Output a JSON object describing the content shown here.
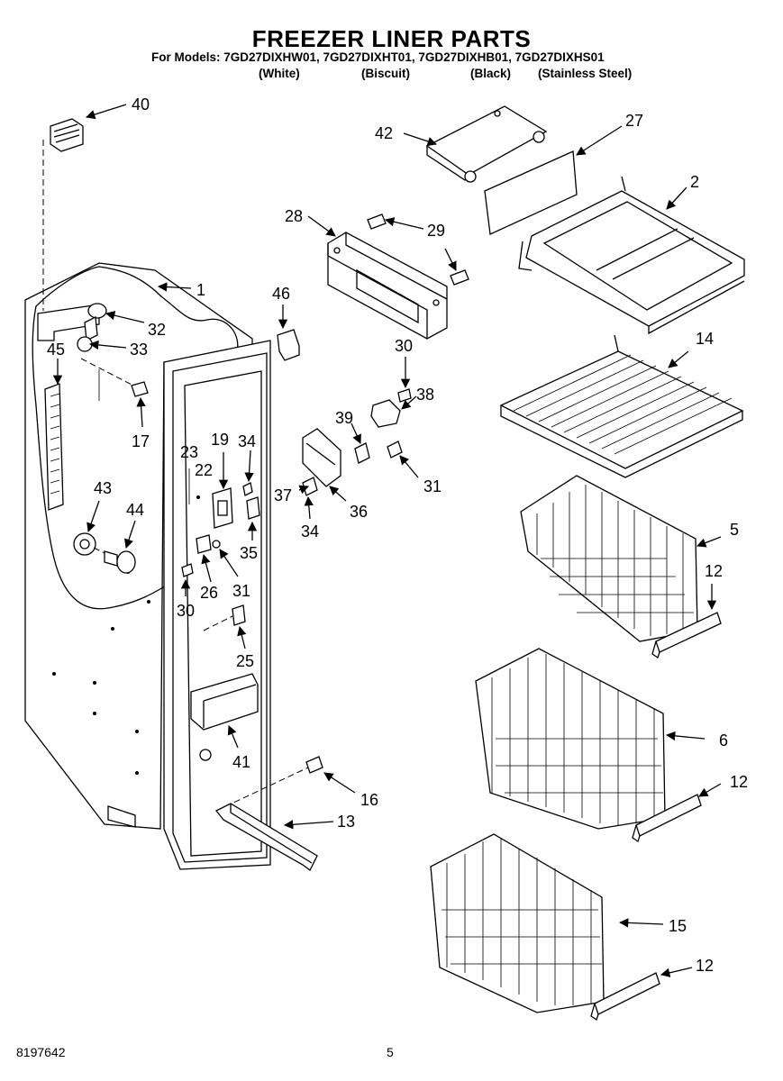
{
  "header": {
    "title": "FREEZER LINER PARTS",
    "models": "For Models: 7GD27DIXHW01, 7GD27DIXHT01, 7GD27DIXHB01, 7GD27DIXHS01",
    "colors": [
      "(White)",
      "(Biscuit)",
      "(Black)",
      "(Stainless Steel)"
    ]
  },
  "callouts": [
    "40",
    "42",
    "27",
    "2",
    "28",
    "29",
    "1",
    "46",
    "32",
    "33",
    "45",
    "30",
    "38",
    "14",
    "17",
    "39",
    "19",
    "34",
    "23",
    "22",
    "31",
    "37",
    "34",
    "36",
    "5",
    "43",
    "44",
    "35",
    "12",
    "26",
    "31",
    "30",
    "25",
    "6",
    "41",
    "16",
    "12",
    "13",
    "15",
    "12"
  ],
  "footer": {
    "doc_number": "8197642",
    "page_number": "5"
  }
}
